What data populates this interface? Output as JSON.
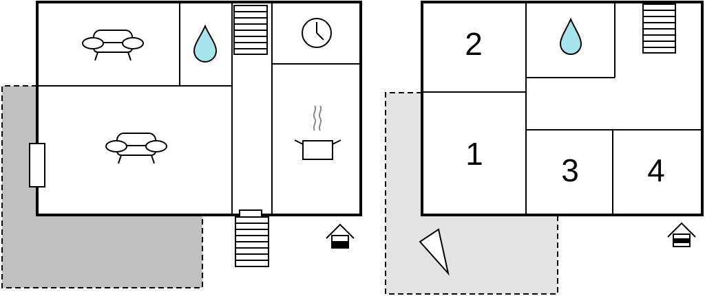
{
  "plan": {
    "colors": {
      "terrace_ground": "#c0c0c0",
      "terrace_upper": "#e3e3e3",
      "water": "#a6e4ee",
      "wall": "#000000",
      "background": "#ffffff"
    },
    "ground_floor": {
      "icons": [
        "sofa-icon",
        "sofa-icon",
        "water-drop-icon",
        "staircase-icon",
        "clock-icon",
        "cooking-pot-icon",
        "house-entrance-icon"
      ]
    },
    "upper_floor": {
      "rooms": [
        {
          "id": "room-1",
          "label": "1"
        },
        {
          "id": "room-2",
          "label": "2"
        },
        {
          "id": "room-3",
          "label": "3"
        },
        {
          "id": "room-4",
          "label": "4"
        }
      ],
      "icons": [
        "water-drop-icon",
        "staircase-icon",
        "compass-needle-icon",
        "house-entrance-icon"
      ]
    }
  }
}
